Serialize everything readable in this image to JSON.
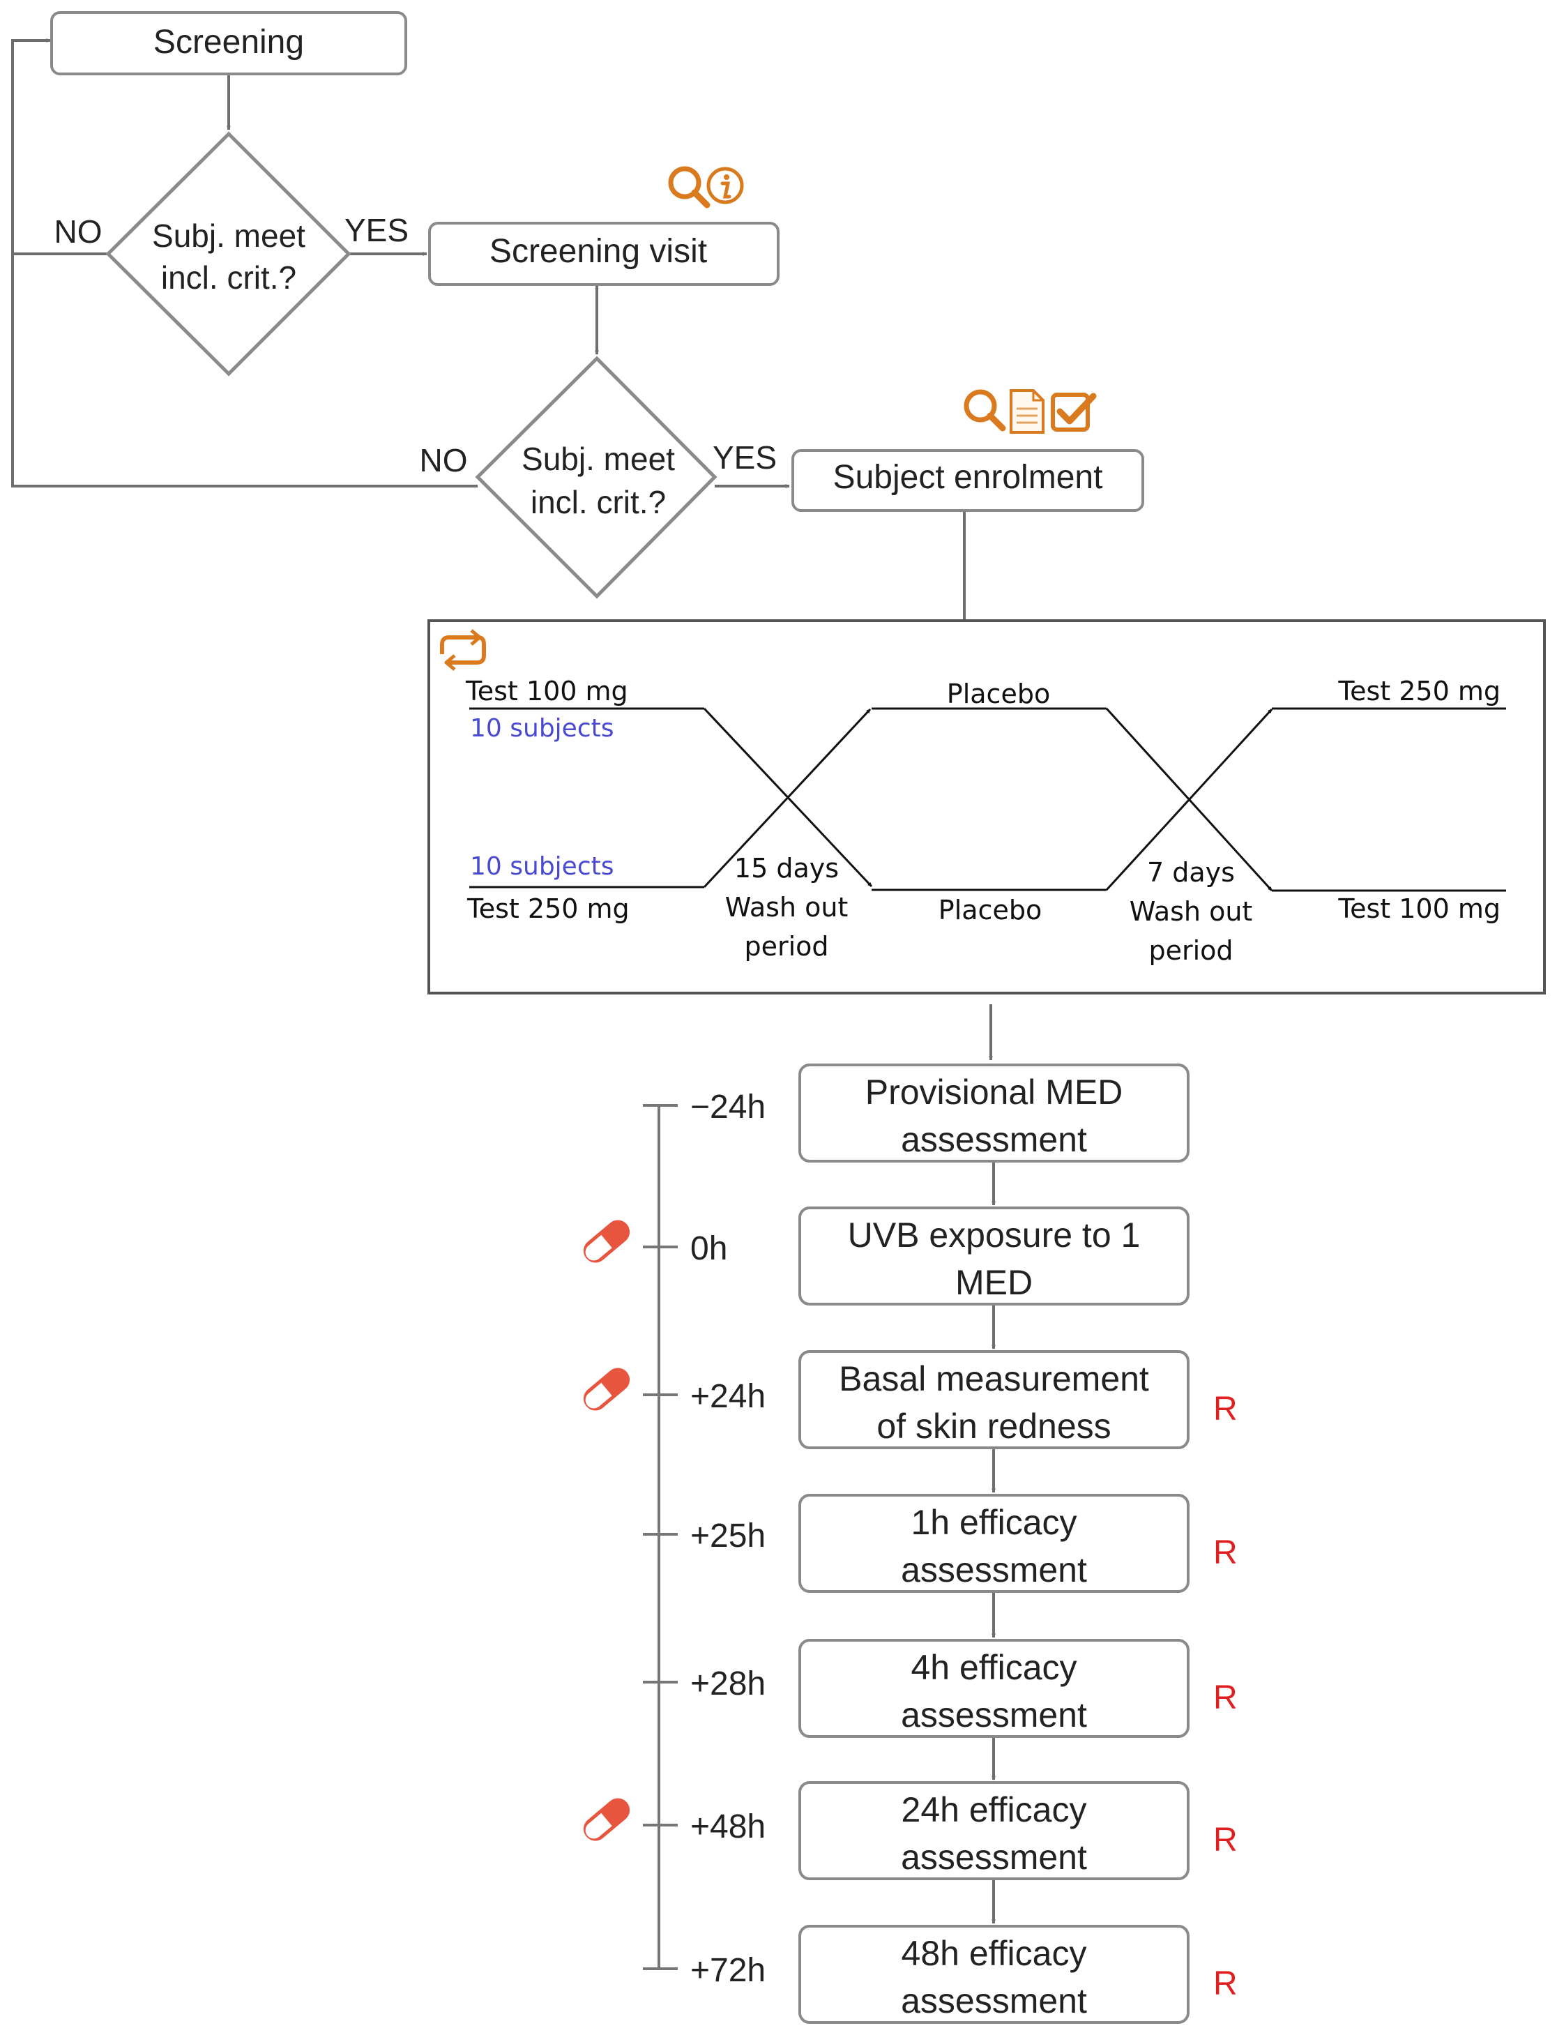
{
  "screening": "Screening",
  "decision1": {
    "line1": "Subj. meet",
    "line2": "incl. crit.?",
    "no": "NO",
    "yes": "YES"
  },
  "screening_visit": "Screening visit",
  "decision2": {
    "line1": "Subj. meet",
    "line2": "incl. crit.?",
    "no": "NO",
    "yes": "YES"
  },
  "subject_enrolment": "Subject enrolment",
  "crossover": {
    "arm_a_start": "Test 100 mg",
    "arm_a_count": "10 subjects",
    "arm_b_count": "10 subjects",
    "arm_b_start": "Test 250 mg",
    "placebo_top": "Placebo",
    "placebo_bottom": "Placebo",
    "washout1": {
      "line1": "15 days",
      "line2": "Wash out",
      "line3": "period"
    },
    "washout2": {
      "line1": "7 days",
      "line2": "Wash out",
      "line3": "period"
    },
    "arm_a_end": "Test 250 mg",
    "arm_b_end": "Test 100 mg"
  },
  "timeline": [
    {
      "time": "−24h",
      "line1": "Provisional MED",
      "line2": "assessment",
      "pill": false,
      "marker": ""
    },
    {
      "time": "0h",
      "line1": "UVB exposure to 1",
      "line2": "MED",
      "pill": true,
      "marker": ""
    },
    {
      "time": "+24h",
      "line1": "Basal measurement",
      "line2": "of skin redness",
      "pill": true,
      "marker": "R"
    },
    {
      "time": "+25h",
      "line1": "1h efficacy",
      "line2": "assessment",
      "pill": false,
      "marker": "R"
    },
    {
      "time": "+28h",
      "line1": "4h efficacy",
      "line2": "assessment",
      "pill": false,
      "marker": "R"
    },
    {
      "time": "+48h",
      "line1": "24h efficacy",
      "line2": "assessment",
      "pill": true,
      "marker": "R"
    },
    {
      "time": "+72h",
      "line1": "48h efficacy",
      "line2": "assessment",
      "pill": false,
      "marker": "R"
    }
  ],
  "icons": {
    "screening_visit": [
      "magnifier-icon",
      "info-icon"
    ],
    "enrolment": [
      "magnifier-icon",
      "document-icon",
      "checkbox-icon"
    ],
    "crossover": "repeat-icon",
    "dose": "pill-icon"
  },
  "colors": {
    "icon_orange": "#d97a1e",
    "pill_red": "#e8553e",
    "marker_red": "#e02020",
    "subjects_blue": "#4a4ad0"
  }
}
